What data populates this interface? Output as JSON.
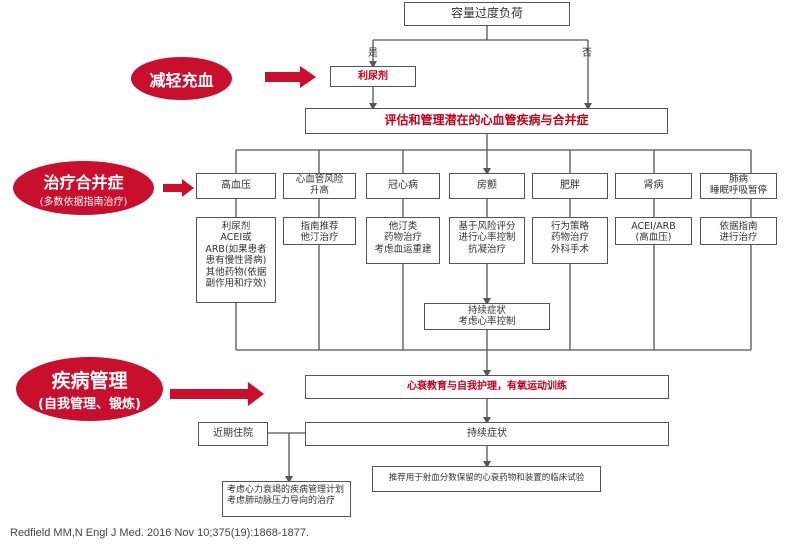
{
  "top": "容量过度负荷",
  "yes": "是",
  "no": "否",
  "diuretic": "利尿剂",
  "evaluate": "评估和管理潜在的心血管疾病与合并症",
  "left_labels": {
    "reduce": "减轻充血",
    "treat_main": "治疗合并症",
    "treat_sub": "(多数依据指南治疗)",
    "manage_main": "疾病管理",
    "manage_sub": "(自我管理、锻炼)"
  },
  "columns": [
    {
      "head": "高血压",
      "body": "利尿剂\nACEI或\nARB(如果患者\n患有慢性肾病)\n其他药物(依据\n副作用和疗效)"
    },
    {
      "head": "心血管风险\n升高",
      "body": "指南推荐\n他汀治疗"
    },
    {
      "head": "冠心病",
      "body": "他汀类\n药物治疗\n考虑血运重建"
    },
    {
      "head": "房颤",
      "body": "基于风险评分\n进行心率控制\n抗凝治疗"
    },
    {
      "head": "肥胖",
      "body": "行为策略\n药物治疗\n外科手术"
    },
    {
      "head": "肾病",
      "body": "ACEI/ARB\n(高血压)"
    },
    {
      "head": "肺病\n睡眠呼吸暂停",
      "body": "依据指南\n进行治疗"
    }
  ],
  "persistent_rate": "持续症状\n考虑心率控制",
  "education": "心衰教育与自我护理，有氧运动训练",
  "follow": "近期住院",
  "persistent": "持续症状",
  "consider_program": "考虑心力衰竭的疾病管理计划\n考虑肺动脉压力导向的治疗",
  "trial": "推荐用于射血分数保留的心衰药物和装置的临床试验",
  "citation": "Redfield MM,N Engl J Med. 2016 Nov 10;375(19):1868-1877."
}
